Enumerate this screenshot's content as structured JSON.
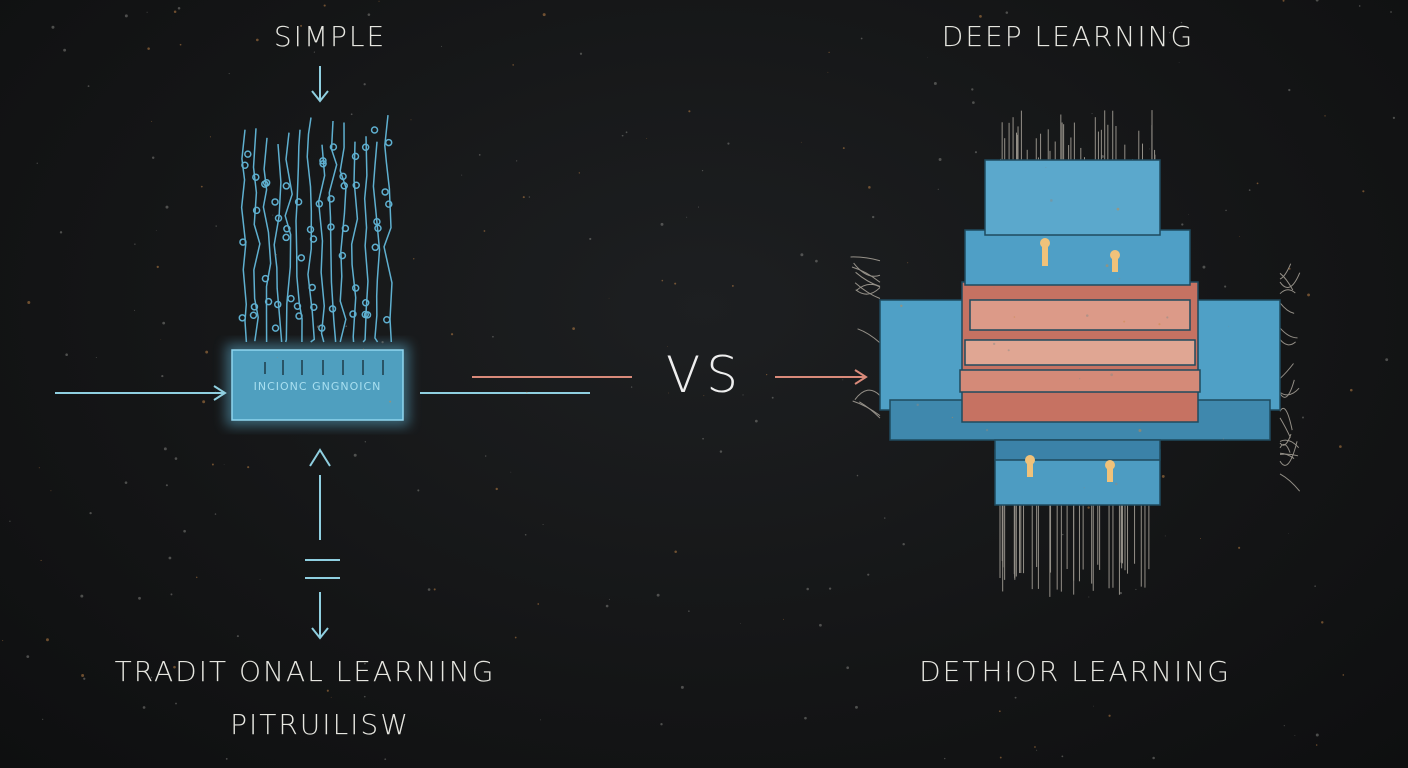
{
  "left": {
    "top_label": "SIMPLE",
    "box_text": "INCIONC GNGNOICN",
    "bottom_title": "TRADIT ONAL LEARNING",
    "bottom_subtitle": "PITRUILISW"
  },
  "center": {
    "vs_label": "VS"
  },
  "right": {
    "top_label": "DEEP LEARNING",
    "bottom_title": "DETHIOR LEARNING"
  },
  "colors": {
    "blue": "#5fb0d0",
    "salmon": "#d98a7a",
    "chalk": "#e6e6e0",
    "background": "#141516"
  }
}
